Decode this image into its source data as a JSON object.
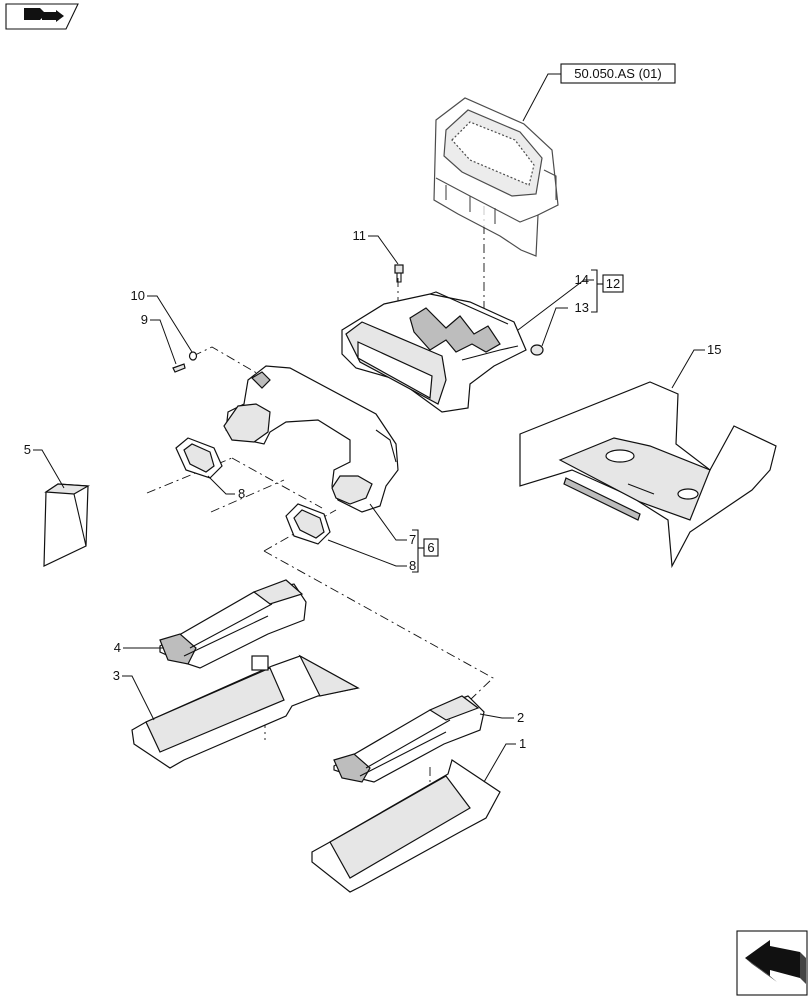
{
  "reference": {
    "label": "50.050.AS (01)"
  },
  "callouts": {
    "c1": "1",
    "c2": "2",
    "c3": "3",
    "c4": "4",
    "c5": "5",
    "c6": "6",
    "c7": "7",
    "c8a": "8",
    "c8b": "8",
    "c9": "9",
    "c10": "10",
    "c11": "11",
    "c12": "12",
    "c13": "13",
    "c14": "14",
    "c15": "15"
  },
  "icons": {
    "top_left": "view-navigation-icon",
    "bottom_right": "previous-page-arrow-icon"
  }
}
